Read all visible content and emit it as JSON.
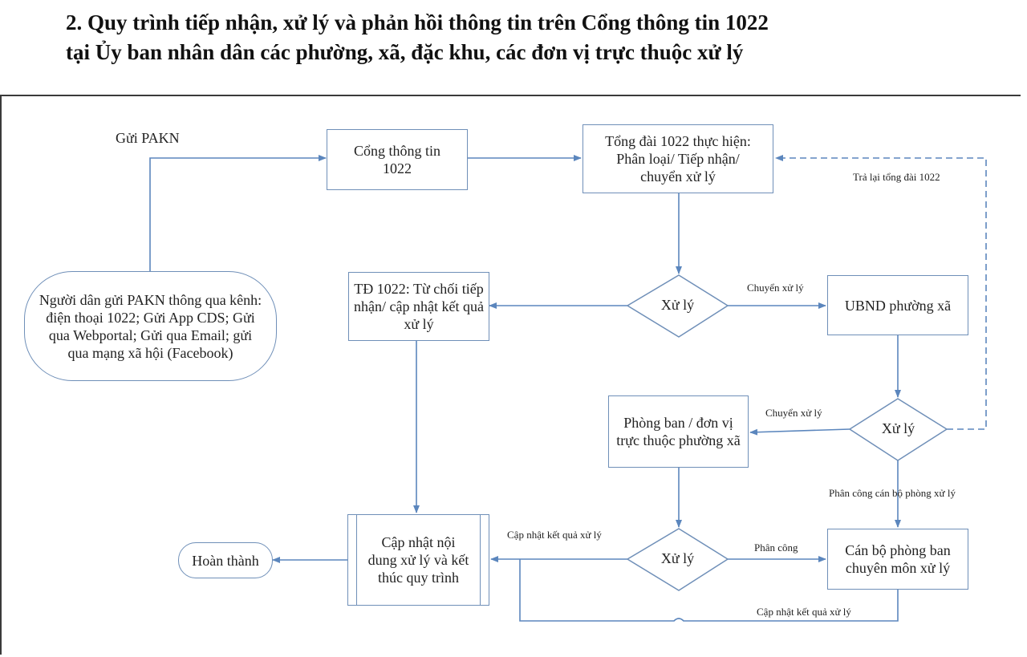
{
  "title": {
    "line1": "2. Quy trình tiếp nhận, xử lý và phản hồi thông tin trên Cổng thông tin 1022",
    "line2": "tại Ủy ban nhân dân các phường, xã, đặc khu, các đơn vị trực thuộc xử lý"
  },
  "nodes": {
    "send_pakn_label": "Gửi PAKN",
    "portal": "Cổng thông tin 1022",
    "switchboard": "Tổng đài 1022 thực hiện: Phân loại/ Tiếp nhận/ chuyển xử lý",
    "citizen": "Người dân gửi PAKN thông qua kênh: điện thoại 1022; Gửi App CDS; Gửi qua Webportal; Gửi qua Email; gửi qua mạng xã hội (Facebook)",
    "td_reject": "TĐ 1022: Từ chối tiếp nhận/ cập nhật kết quả xử lý",
    "decision1": "Xử lý",
    "ubnd": "UBND phường xã",
    "department": "Phòng ban / đơn vị trực thuộc phường xã",
    "decision2": "Xử lý",
    "update_content": "Cập nhật nội dung xử lý và kết thúc quy trình",
    "complete": "Hoàn thành",
    "decision3": "Xử lý",
    "staff": "Cán bộ phòng ban chuyên môn xử lý"
  },
  "edge_labels": {
    "return_switchboard": "Trả lại tổng đài 1022",
    "transfer1": "Chuyển xử lý",
    "transfer2": "Chuyển xử lý",
    "assign_staff": "Phân công cán bộ phòng xử lý",
    "update_result1": "Cập nhật kết quả xử lý",
    "assign": "Phân công",
    "update_result2": "Cập nhật kết quả xử lý"
  },
  "colors": {
    "node_border": "#6f8fb8",
    "connector": "#5b86bd"
  }
}
